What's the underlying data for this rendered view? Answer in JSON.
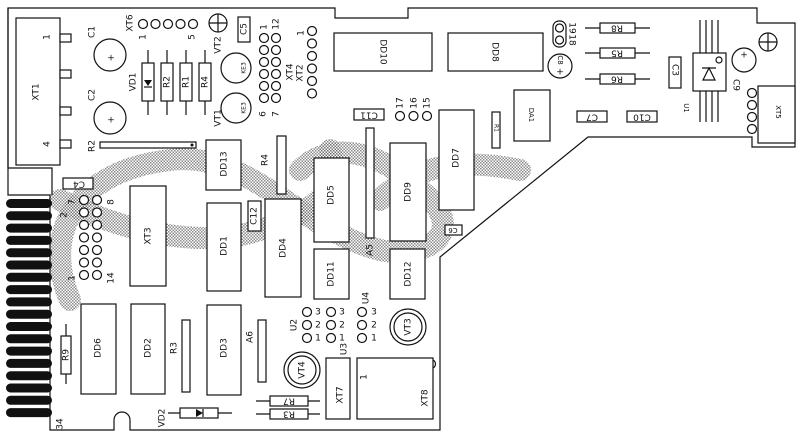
{
  "board": {
    "connectors": {
      "XT1": "XT1",
      "XT1_pin_first": "1",
      "XT1_pin_last": "4",
      "XT6": "XT6",
      "XT6_pin_first": "1",
      "XT6_pin_last": "5",
      "XT4": "XT4",
      "XT4_p1": "1",
      "XT4_p12": "12",
      "XT4_p6": "6",
      "XT4_p7": "7",
      "XT2": "XT2",
      "XT2_p1": "1",
      "XT3": "XT3",
      "XT5": "XT5",
      "XT7": "XT7",
      "XT8": "XT8",
      "XT8_p1": "1",
      "J_p7": "7",
      "J_p8": "8",
      "J_p1": "1",
      "J_p14": "14",
      "edge_p2": "2",
      "edge_p34": "34",
      "P15": "15",
      "P16": "16",
      "P17": "17",
      "P18": "18",
      "P19": "19"
    },
    "chips": {
      "DD1": "DD1",
      "DD2": "DD2",
      "DD3": "DD3",
      "DD4": "DD4",
      "DD5": "DD5",
      "DD6": "DD6",
      "DD7": "DD7",
      "DD8": "DD8",
      "DD9": "DD9",
      "DD10": "DD10",
      "DD11": "DD11",
      "DD12": "DD12",
      "DD13": "DD13",
      "DA1": "DA1",
      "U1": "U1"
    },
    "capacitors": {
      "C1": "C1",
      "C2": "C2",
      "C3": "C3",
      "C4": "C4",
      "C5": "C5",
      "C6": "C6",
      "C7": "C7",
      "C8": "C8",
      "C9": "C9",
      "C10": "C10",
      "C11": "C11",
      "C12": "C12"
    },
    "resistors": {
      "R1": "R1",
      "R2": "R2",
      "R2b": "R2",
      "R3": "R3",
      "R3b": "R3",
      "R4": "R4",
      "R4b": "R4",
      "R5": "R5",
      "R6": "R6",
      "R7": "R7",
      "R8": "R8",
      "R9": "R9",
      "A5": "A5",
      "A6": "A6",
      "R10": "R1"
    },
    "semis": {
      "VD1": "VD1",
      "VD2": "VD2",
      "VT1": "VT1",
      "VT2": "VT2",
      "VT3": "VT3",
      "VT4": "VT4",
      "U2": "U2",
      "U3": "U3",
      "U4": "U4",
      "pin1": "1",
      "pin2": "2",
      "pin3": "3",
      "vt_mark": "KE3"
    }
  }
}
